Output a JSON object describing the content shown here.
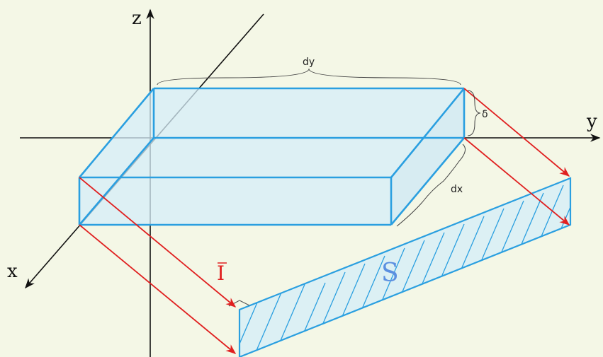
{
  "axes": {
    "x_label": "x",
    "y_label": "y",
    "z_label": "z"
  },
  "dimensions": {
    "dx": "dx",
    "dy": "dy",
    "delta": "δ"
  },
  "labels": {
    "current": "I",
    "surface": "S"
  },
  "colors": {
    "background": "#f4f7e6",
    "box_edge": "#2a9fe0",
    "box_fill": "#d6eef8",
    "arrow": "#e02020",
    "axis": "#111111",
    "surface_label": "#5b8fe0"
  }
}
